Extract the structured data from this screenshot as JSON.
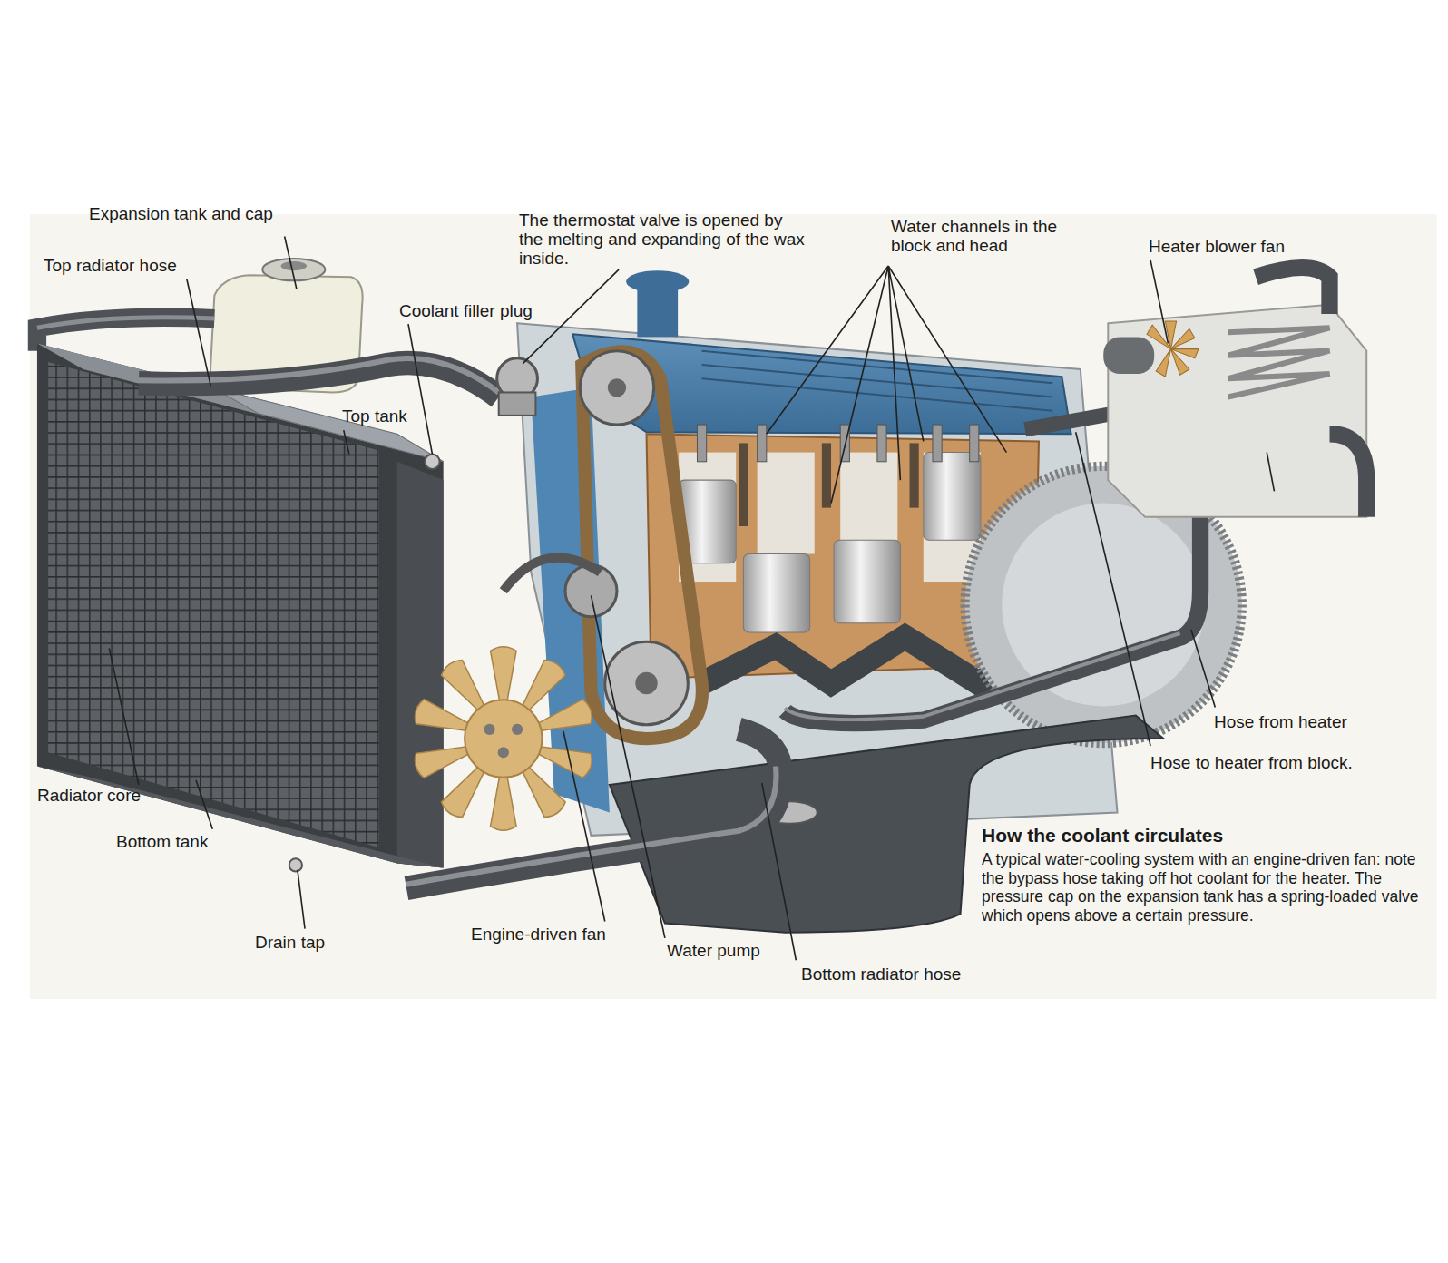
{
  "diagram": {
    "title": "How the coolant circulates",
    "caption": "A typical water-cooling system with an engine-driven fan: note the bypass hose taking off hot coolant for the heater. The pressure cap on the expansion tank has a spring-loaded valve which opens above a certain pressure.",
    "labels": [
      "Expansion tank and cap",
      "Top radiator hose",
      "Coolant filler plug",
      "Top tank",
      "The thermostat valve is opened by the melting and expanding of the wax inside.",
      "Water channels in the block and head",
      "Heater blower fan",
      "Hose from heater",
      "Hose to heater from block.",
      "Radiator core",
      "Bottom tank",
      "Drain tap",
      "Engine-driven fan",
      "Water pump",
      "Bottom radiator hose"
    ]
  }
}
